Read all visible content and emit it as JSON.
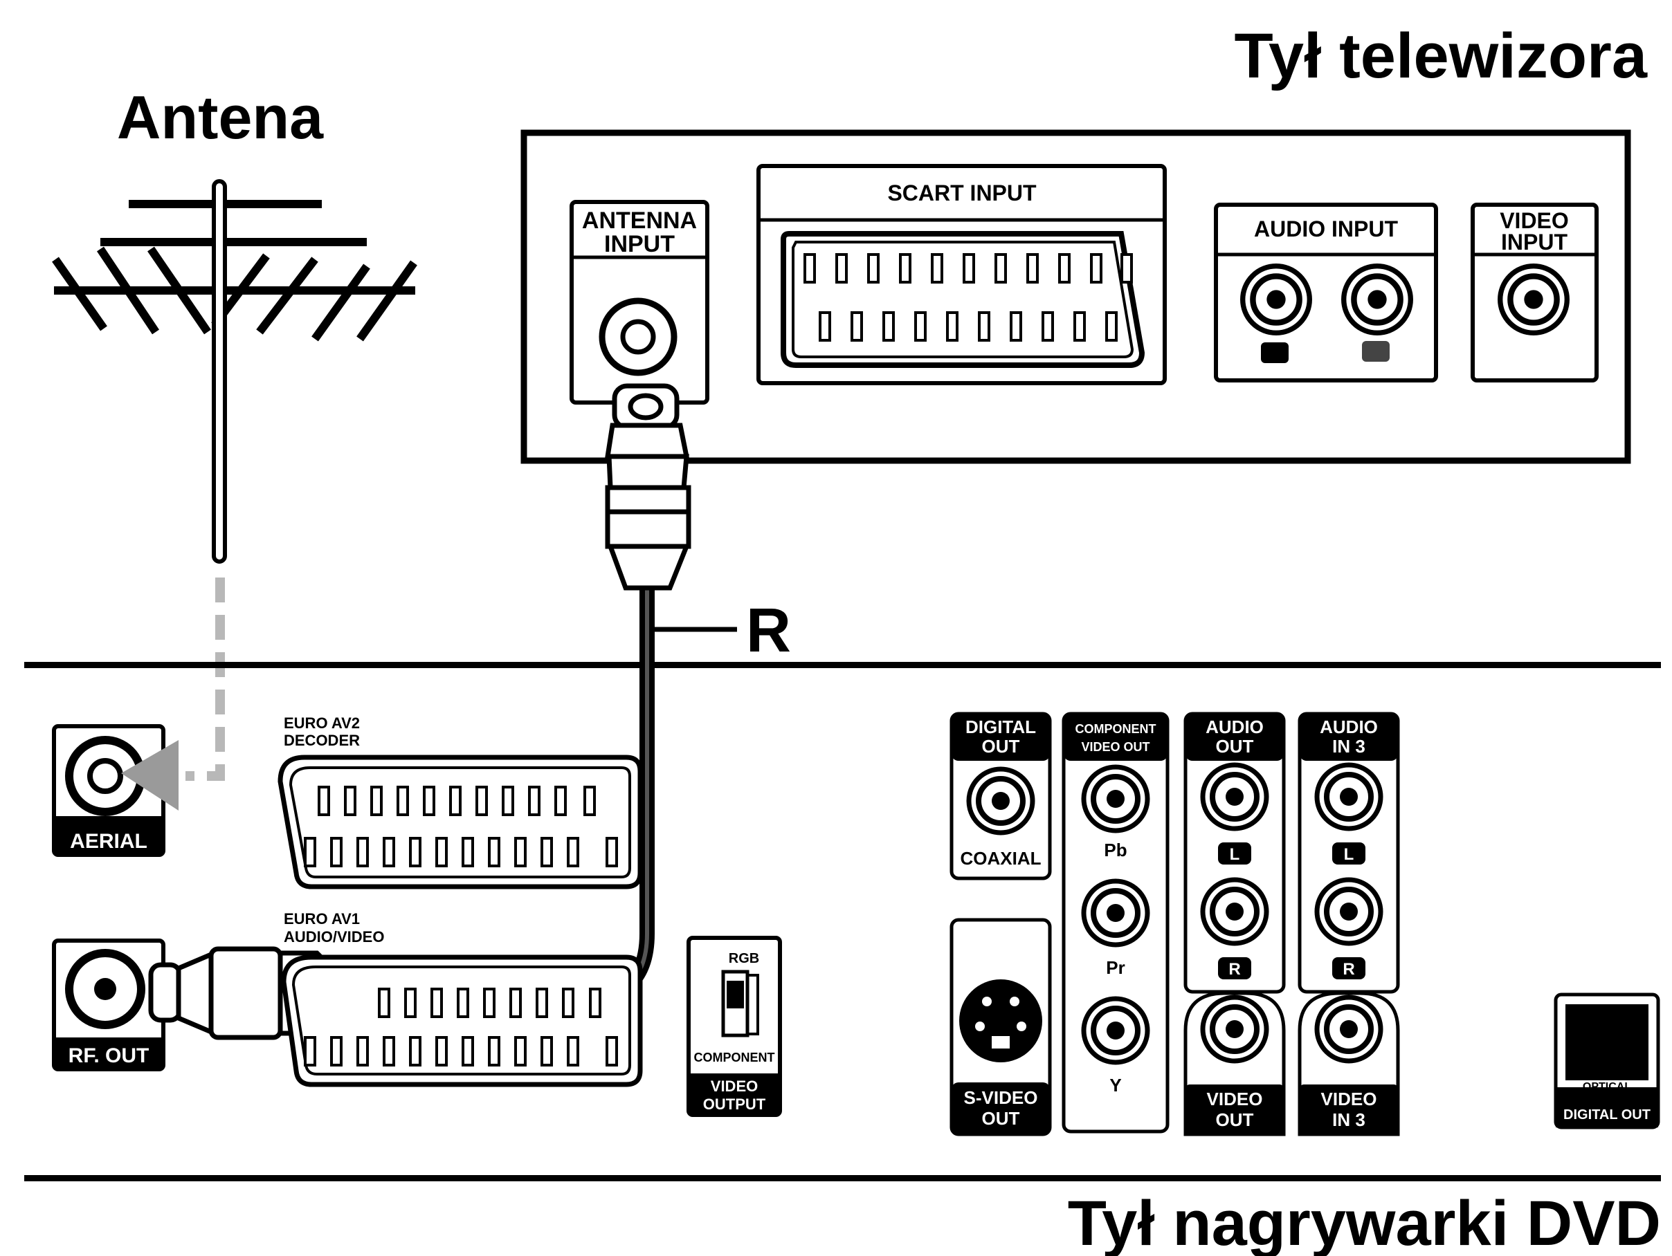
{
  "titles": {
    "tv_back": "Tył telewizora",
    "antenna": "Antena",
    "dvd_back": "Tył nagrywarki DVD"
  },
  "cable_label": "R",
  "tv_panel": {
    "antenna_input": [
      "ANTENNA",
      "INPUT"
    ],
    "scart_input": "SCART INPUT",
    "audio_input": "AUDIO INPUT",
    "video_input": [
      "VIDEO",
      "INPUT"
    ]
  },
  "dvd_panel": {
    "aerial": "AERIAL",
    "rf_out": "RF. OUT",
    "euro_av2": [
      "EURO AV2",
      "DECODER"
    ],
    "euro_av1": [
      "EURO AV1",
      "AUDIO/VIDEO"
    ],
    "video_output_switch": {
      "top": "RGB",
      "bottom": "COMPONENT",
      "label": [
        "VIDEO",
        "OUTPUT"
      ]
    },
    "digital_out": [
      "DIGITAL",
      "OUT"
    ],
    "coaxial": "COAXIAL",
    "component_video_out": [
      "COMPONENT",
      "VIDEO OUT"
    ],
    "component_labels": [
      "Pb",
      "Pr",
      "Y"
    ],
    "audio_out": [
      "AUDIO",
      "OUT"
    ],
    "audio_in3": [
      "AUDIO",
      "IN 3"
    ],
    "channel_l": "L",
    "channel_r": "R",
    "video_out": [
      "VIDEO",
      "OUT"
    ],
    "video_in3": [
      "VIDEO",
      "IN 3"
    ],
    "s_video_out": [
      "S-VIDEO",
      "OUT"
    ],
    "optical": "OPTICAL",
    "digital_out_optical": "DIGITAL OUT"
  }
}
